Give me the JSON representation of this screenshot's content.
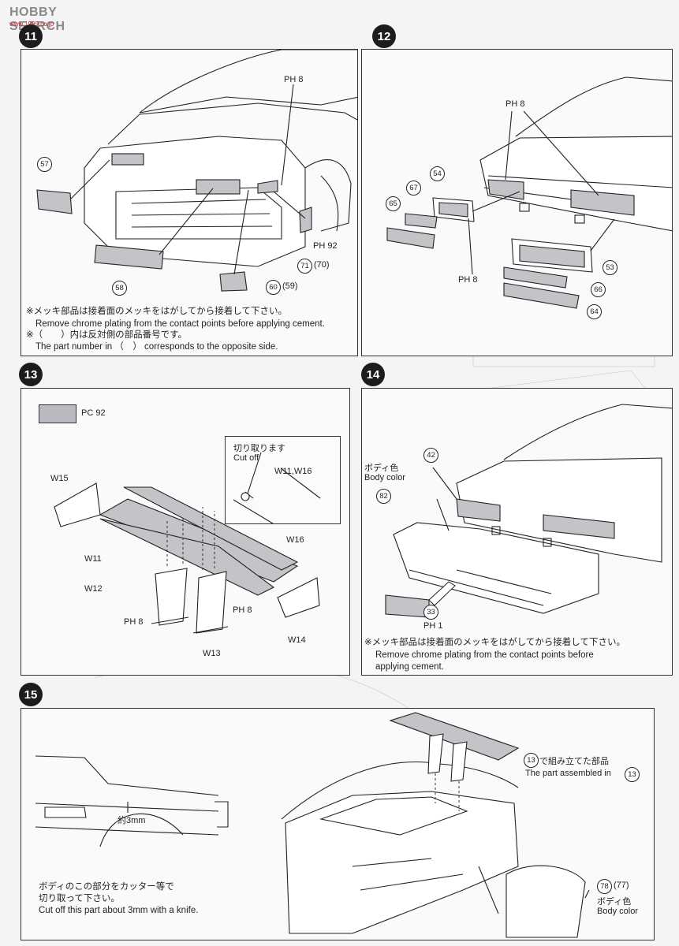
{
  "watermark": {
    "text": "HOBBY SEARCH",
    "sub": "www.1999.co.jp"
  },
  "steps": {
    "s11": {
      "badge": "11",
      "parts": {
        "p57": "57",
        "p58": "58",
        "p60": "60",
        "p59": "(59)",
        "p71": "71",
        "p70": "(70)"
      },
      "paint": {
        "ph8": "PH 8",
        "ph92": "PH 92"
      },
      "note_jp1": "※メッキ部品は接着面のメッキをはがしてから接着して下さい。",
      "note_en1": "Remove chrome plating from the contact points before applying cement.",
      "note_jp2": "※（　　）内は反対側の部品番号です。",
      "note_en2": "The part number in （　） corresponds to the opposite side."
    },
    "s12": {
      "badge": "12",
      "parts": {
        "p54": "54",
        "p67": "67",
        "p65": "65",
        "p53": "53",
        "p66": "66",
        "p64": "64"
      },
      "paint": {
        "ph8a": "PH 8",
        "ph8b": "PH 8"
      }
    },
    "s13": {
      "badge": "13",
      "swatch_label": "PC 92",
      "inset": {
        "jp": "切り取ります",
        "en": "Cut off",
        "ref": "W11,W16"
      },
      "parts": {
        "w15": "W15",
        "w11": "W11",
        "w16": "W16",
        "w12": "W12",
        "w13": "W13",
        "w14": "W14"
      },
      "paint": {
        "ph8a": "PH 8",
        "ph8b": "PH 8"
      }
    },
    "s14": {
      "badge": "14",
      "body_color_jp": "ボディ色",
      "body_color_en": "Body color",
      "parts": {
        "p42": "42",
        "p82": "82",
        "p33": "33"
      },
      "paint": {
        "ph1": "PH 1"
      },
      "note_jp": "※メッキ部品は接着面のメッキをはがしてから接着して下さい。",
      "note_en1": "Remove chrome plating from the contact points before",
      "note_en2": "applying cement."
    },
    "s15": {
      "badge": "15",
      "measure": "約3mm",
      "cut_jp1": "ボディのこの部分をカッター等で",
      "cut_jp2": "切り取って下さい。",
      "cut_en": "Cut off this part about 3mm with a knife.",
      "assembled_jp": "で組み立てた部品",
      "assembled_en": "The part assembled in",
      "ref13": "13",
      "parts": {
        "p78": "78",
        "p77": "(77)"
      },
      "body_color_jp": "ボディ色",
      "body_color_en": "Body color"
    }
  }
}
